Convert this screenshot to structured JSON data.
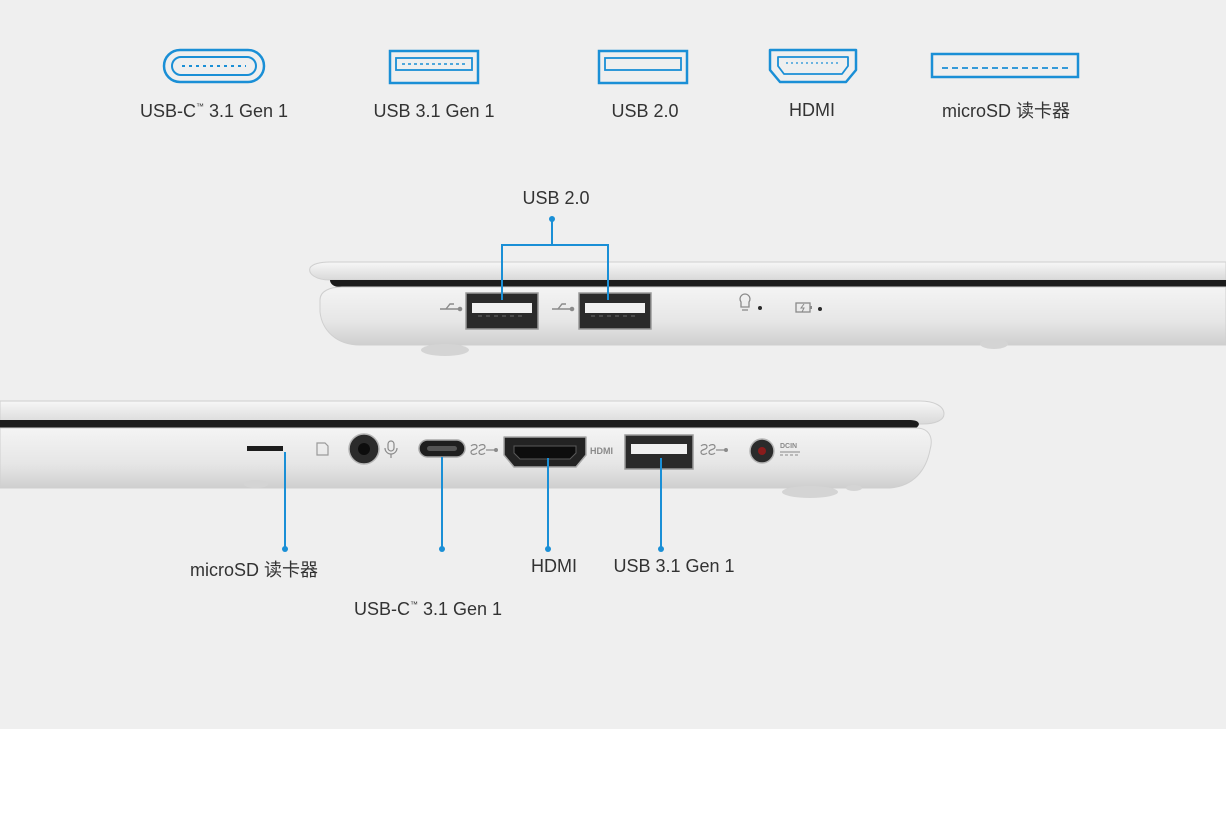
{
  "legend": {
    "usb_c": {
      "label": "USB-C",
      "tm": "™",
      "suffix": " 3.1 Gen 1"
    },
    "usb31": {
      "label": "USB 3.1 Gen 1"
    },
    "usb20": {
      "label": "USB 2.0"
    },
    "hdmi": {
      "label": "HDMI"
    },
    "microsd": {
      "label": "microSD 读卡器"
    }
  },
  "right_side": {
    "callout_usb20": "USB 2.0"
  },
  "left_side": {
    "callout_microsd": "microSD 读卡器",
    "callout_usb_c": "USB-C",
    "callout_usb_c_tm": "™",
    "callout_usb_c_suffix": " 3.1 Gen 1",
    "callout_hdmi": "HDMI",
    "callout_usb31": "USB 3.1 Gen 1",
    "port_text_hdmi": "HDMI",
    "port_text_dcin": "DCIN"
  },
  "colors": {
    "accent": "#1a8fd6",
    "background": "#efefef",
    "laptop_silver": "#dcdcdc"
  }
}
